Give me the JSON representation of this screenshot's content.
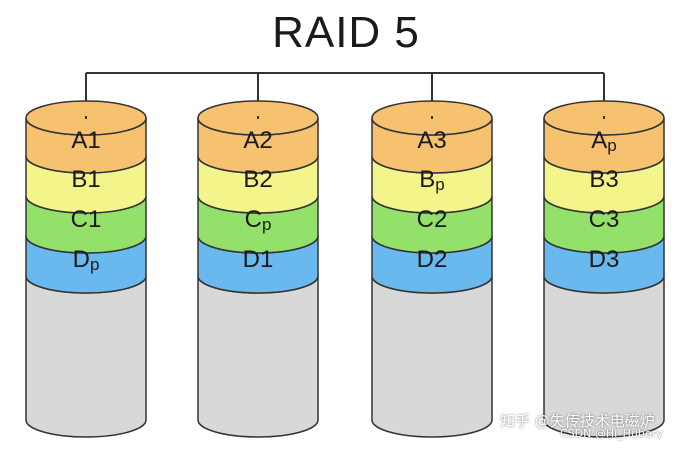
{
  "title": "RAID 5",
  "colors": {
    "A": "#f6c26f",
    "B": "#f3f58a",
    "C": "#93e06a",
    "D": "#69b9ee",
    "empty": "#d8d8d8",
    "outline": "#333333",
    "connector": "#333333"
  },
  "disks": [
    {
      "blocks": [
        {
          "main": "A1",
          "sub": ""
        },
        {
          "main": "B1",
          "sub": ""
        },
        {
          "main": "C1",
          "sub": ""
        },
        {
          "main": "D",
          "sub": "p"
        }
      ]
    },
    {
      "blocks": [
        {
          "main": "A2",
          "sub": ""
        },
        {
          "main": "B2",
          "sub": ""
        },
        {
          "main": "C",
          "sub": "p"
        },
        {
          "main": "D1",
          "sub": ""
        }
      ]
    },
    {
      "blocks": [
        {
          "main": "A3",
          "sub": ""
        },
        {
          "main": "B",
          "sub": "p"
        },
        {
          "main": "C2",
          "sub": ""
        },
        {
          "main": "D2",
          "sub": ""
        }
      ]
    },
    {
      "blocks": [
        {
          "main": "A",
          "sub": "p"
        },
        {
          "main": "B3",
          "sub": ""
        },
        {
          "main": "C3",
          "sub": ""
        },
        {
          "main": "D3",
          "sub": ""
        }
      ]
    }
  ],
  "watermark": {
    "line1": "知乎 @失传技术电磁炉",
    "line2": "CSDN @Hi_Hubery"
  }
}
